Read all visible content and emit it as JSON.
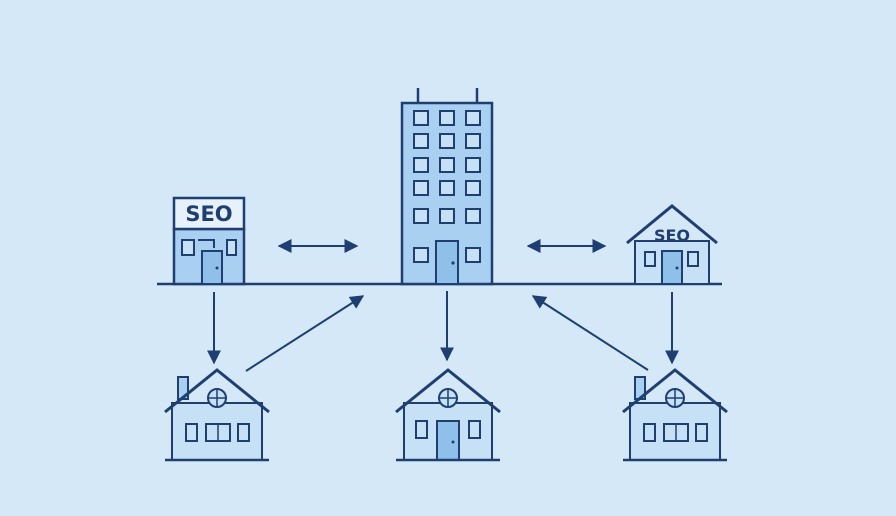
{
  "diagram": {
    "colors": {
      "background": "#d4e8f7",
      "stroke": "#1f3f73",
      "fill_primary": "#a9cff1",
      "fill_light": "#c6e0f6",
      "door": "#8fc0ea"
    },
    "shop_sign": "SEO",
    "small_house_sign": "SEO",
    "nodes": {
      "center_tower": "office-tower",
      "left_shop": "seo-storefront",
      "right_house": "seo-house",
      "bottom_left": "house",
      "bottom_center": "house",
      "bottom_right": "house"
    }
  }
}
